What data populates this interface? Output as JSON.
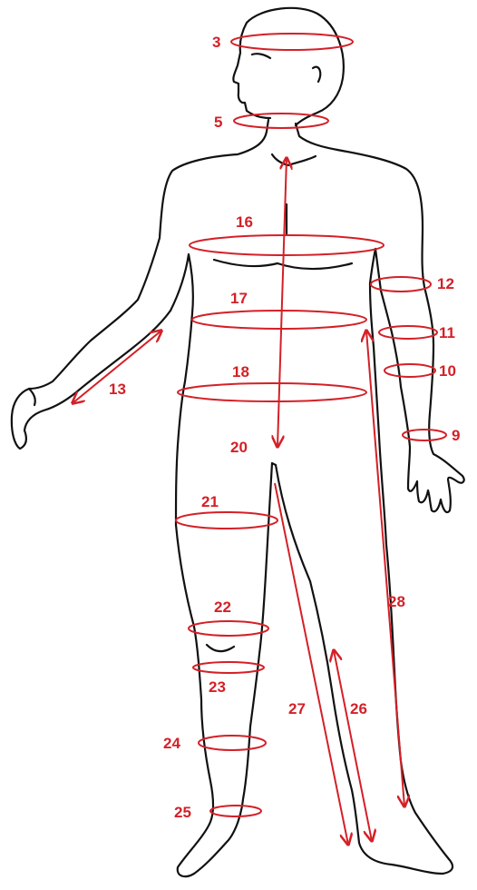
{
  "colors": {
    "marker": "#d42027",
    "outline": "#111111"
  },
  "measurements": {
    "m3": "3",
    "m5": "5",
    "m9": "9",
    "m10": "10",
    "m11": "11",
    "m12": "12",
    "m13": "13",
    "m16": "16",
    "m17": "17",
    "m18": "18",
    "m20": "20",
    "m21": "21",
    "m22": "22",
    "m23": "23",
    "m24": "24",
    "m25": "25",
    "m26": "26",
    "m27": "27",
    "m28": "28"
  }
}
